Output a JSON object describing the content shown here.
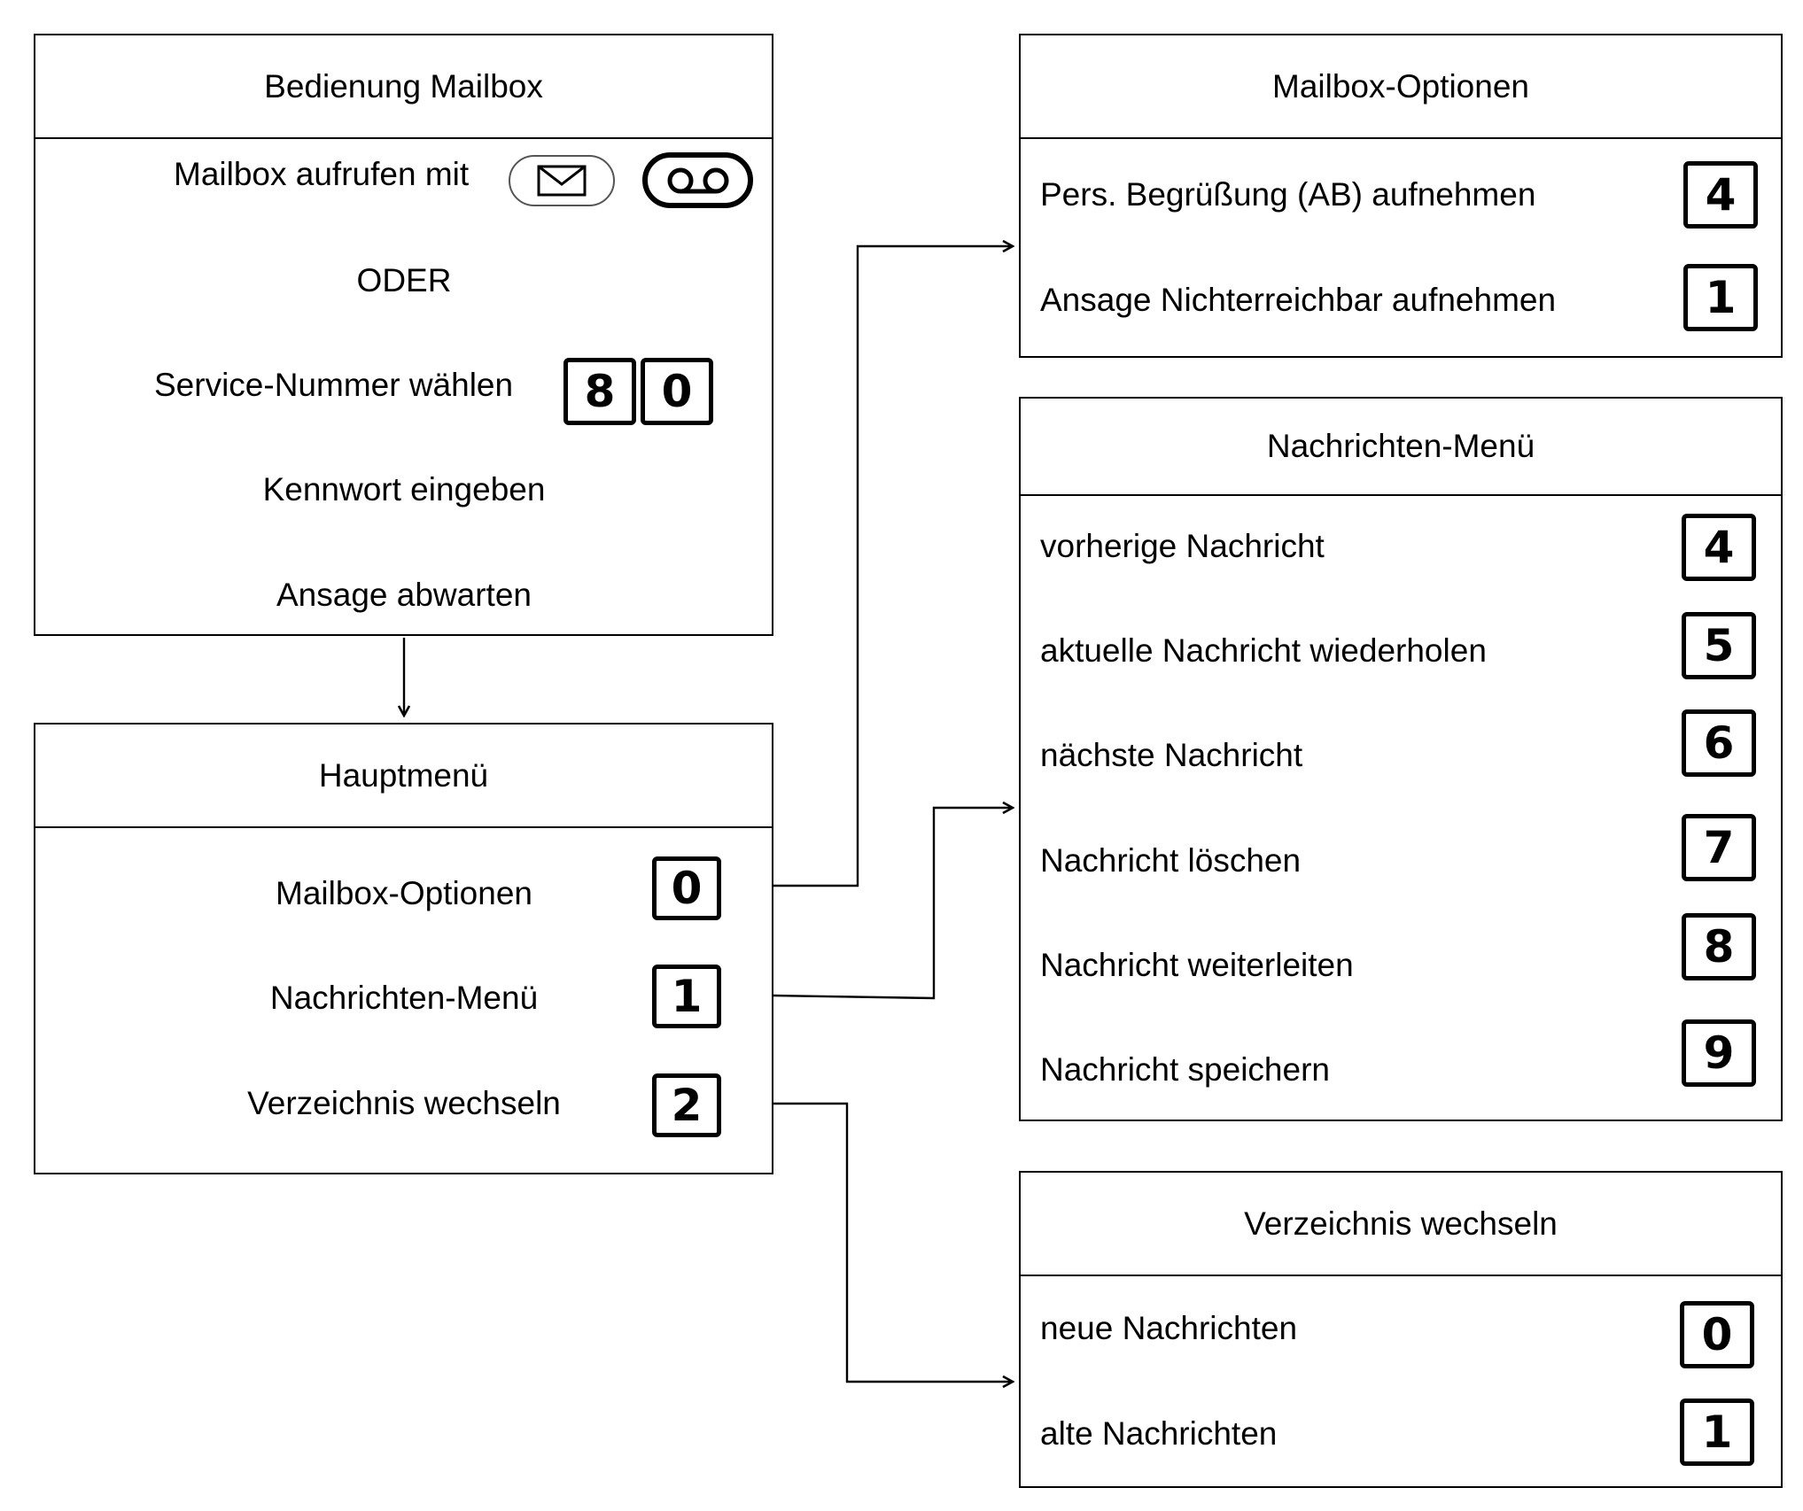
{
  "boxes": {
    "bedienung": {
      "title": "Bedienung Mailbox",
      "call_label": "Mailbox aufrufen mit",
      "oder": "ODER",
      "service_label": "Service-Nummer wählen",
      "service_keys": [
        "8",
        "0"
      ],
      "kennwort": "Kennwort eingeben",
      "ansage": "Ansage abwarten",
      "icons": [
        "envelope-icon",
        "voicemail-icon"
      ]
    },
    "hauptmenue": {
      "title": "Hauptmenü",
      "items": [
        {
          "label": "Mailbox-Optionen",
          "key": "0"
        },
        {
          "label": "Nachrichten-Menü",
          "key": "1"
        },
        {
          "label": "Verzeichnis wechseln",
          "key": "2"
        }
      ]
    },
    "mailbox_optionen": {
      "title": "Mailbox-Optionen",
      "items": [
        {
          "label": "Pers. Begrüßung (AB) aufnehmen",
          "key": "4"
        },
        {
          "label": "Ansage Nichterreichbar aufnehmen",
          "key": "1"
        }
      ]
    },
    "nachrichten_menue": {
      "title": "Nachrichten-Menü",
      "items": [
        {
          "label": "vorherige Nachricht",
          "key": "4"
        },
        {
          "label": "aktuelle Nachricht wiederholen",
          "key": "5"
        },
        {
          "label": "nächste Nachricht",
          "key": "6"
        },
        {
          "label": "Nachricht löschen",
          "key": "7"
        },
        {
          "label": "Nachricht weiterleiten",
          "key": "8"
        },
        {
          "label": "Nachricht speichern",
          "key": "9"
        }
      ]
    },
    "verzeichnis": {
      "title": "Verzeichnis wechseln",
      "items": [
        {
          "label": "neue Nachrichten",
          "key": "0"
        },
        {
          "label": "alte Nachrichten",
          "key": "1"
        }
      ]
    }
  }
}
